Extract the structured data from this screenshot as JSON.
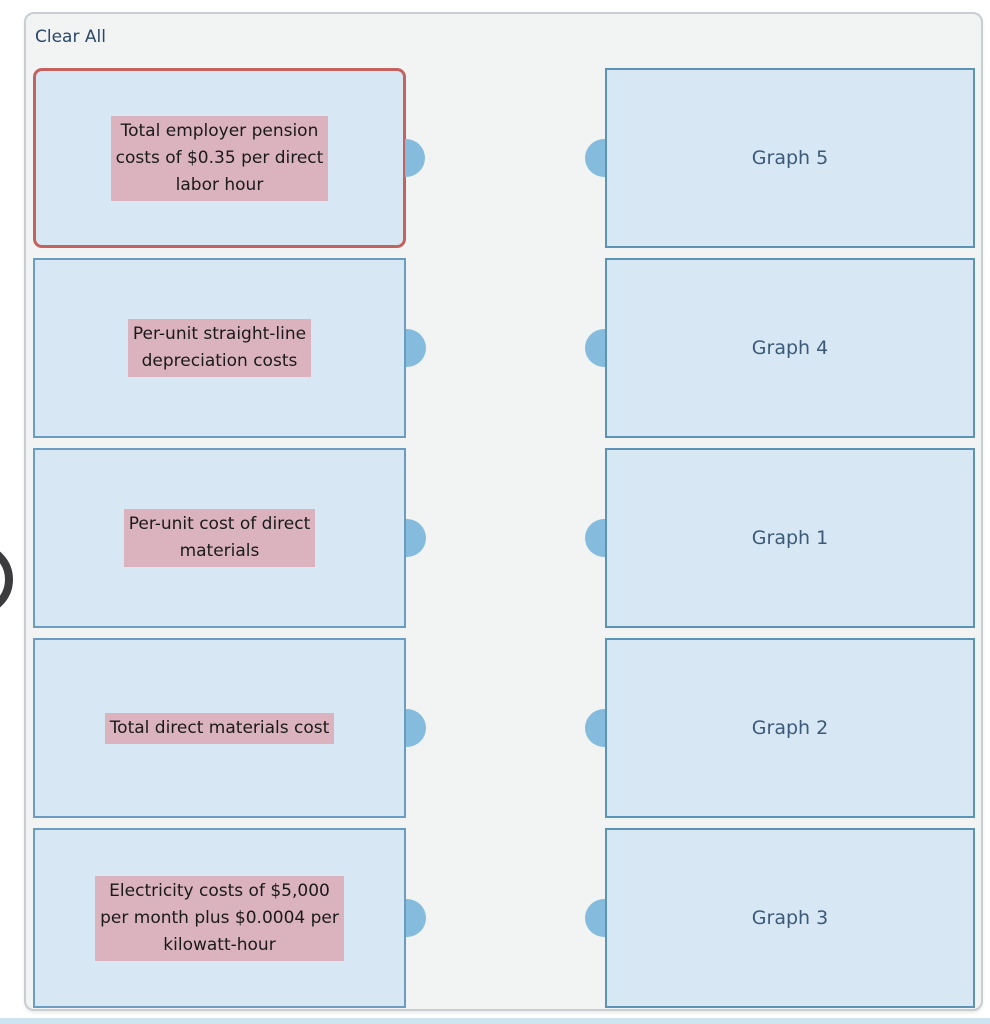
{
  "toolbar": {
    "clear_all_label": "Clear All"
  },
  "colors": {
    "panel_background": "#f2f3f3",
    "panel_border": "#c9ced3",
    "card_background": "#d7e8f4",
    "left_card_border": "#6b9dc2",
    "right_card_border": "#5e93b8",
    "selected_card_border": "#c4625f",
    "text_highlight": "#dab3be",
    "connector": "#85bcdd",
    "graph_label_text": "#3b5a7a",
    "clear_all_text": "#2b486b"
  },
  "matching": {
    "left_items": [
      {
        "text": "Total employer pension\ncosts of $0.35 per direct\nlabor hour",
        "selected": true
      },
      {
        "text": "Per-unit straight-line\ndepreciation costs",
        "selected": false
      },
      {
        "text": "Per-unit cost of direct\nmaterials",
        "selected": false
      },
      {
        "text": "Total direct materials cost",
        "selected": false
      },
      {
        "text": "Electricity costs of $5,000\nper month plus $0.0004 per\nkilowatt-hour",
        "selected": false
      }
    ],
    "right_items": [
      {
        "label": "Graph 5"
      },
      {
        "label": "Graph 4"
      },
      {
        "label": "Graph 1"
      },
      {
        "label": "Graph 2"
      },
      {
        "label": "Graph 3"
      }
    ]
  }
}
